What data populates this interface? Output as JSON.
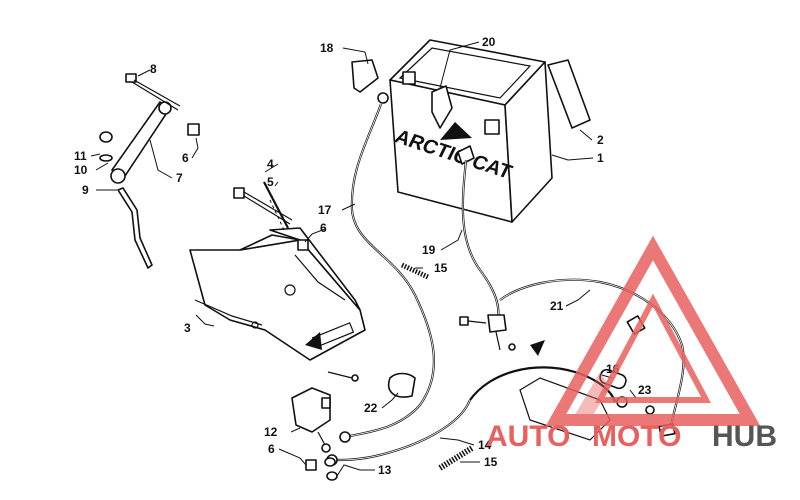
{
  "battery": {
    "label": "ARCTIC CAT"
  },
  "callouts": [
    {
      "id": "c1",
      "label": "1"
    },
    {
      "id": "c2",
      "label": "2"
    },
    {
      "id": "c3",
      "label": "3"
    },
    {
      "id": "c4",
      "label": "4"
    },
    {
      "id": "c5",
      "label": "5"
    },
    {
      "id": "c6a",
      "label": "6"
    },
    {
      "id": "c6b",
      "label": "6"
    },
    {
      "id": "c6c",
      "label": "6"
    },
    {
      "id": "c7",
      "label": "7"
    },
    {
      "id": "c8",
      "label": "8"
    },
    {
      "id": "c9",
      "label": "9"
    },
    {
      "id": "c10",
      "label": "10"
    },
    {
      "id": "c11",
      "label": "11"
    },
    {
      "id": "c12",
      "label": "12"
    },
    {
      "id": "c13",
      "label": "13"
    },
    {
      "id": "c14",
      "label": "14"
    },
    {
      "id": "c15a",
      "label": "15"
    },
    {
      "id": "c15b",
      "label": "15"
    },
    {
      "id": "c16",
      "label": "16"
    },
    {
      "id": "c17",
      "label": "17"
    },
    {
      "id": "c18",
      "label": "18"
    },
    {
      "id": "c19",
      "label": "19"
    },
    {
      "id": "c20",
      "label": "20"
    },
    {
      "id": "c21",
      "label": "21"
    },
    {
      "id": "c22",
      "label": "22"
    },
    {
      "id": "c23",
      "label": "23"
    }
  ],
  "watermark": {
    "word1": "AUTO",
    "word2": "MOTO",
    "word3": "HUB",
    "colors": {
      "red": "#e8605f",
      "dark": "#555555"
    }
  }
}
